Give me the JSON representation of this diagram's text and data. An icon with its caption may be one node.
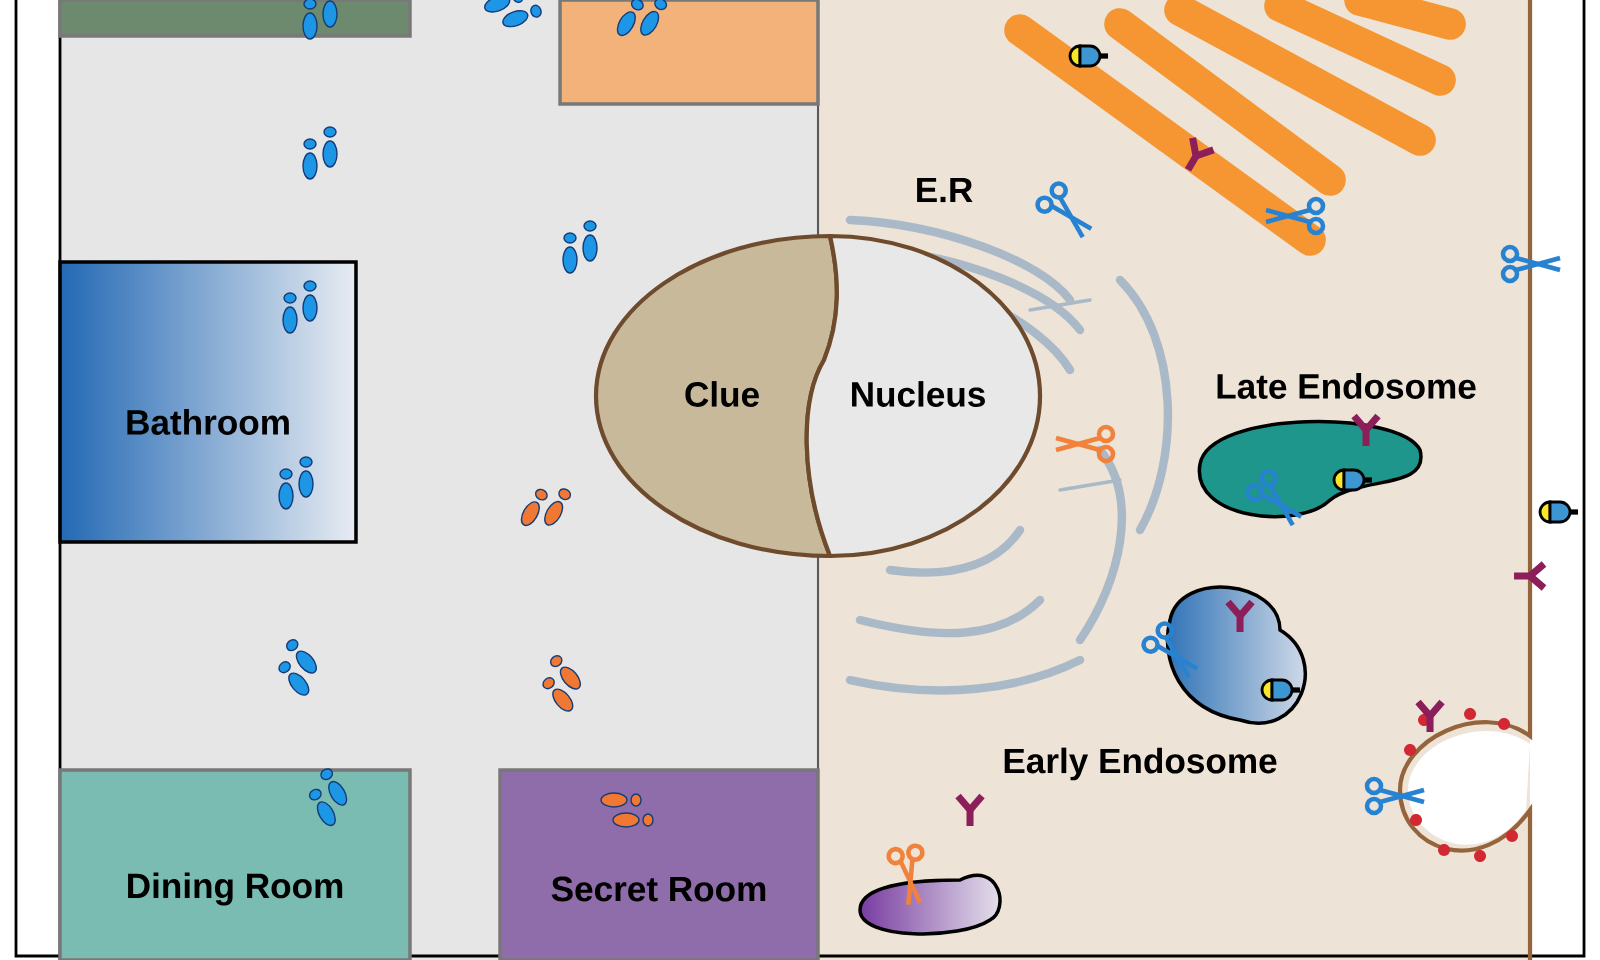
{
  "diagram": {
    "nodes": [
      {
        "text": [],
        "shape": "box"
      },
      {
        "text": [],
        "shape": "box"
      },
      {
        "text": [
          "Bathroom"
        ]
      },
      {
        "text": [
          "Clue"
        ]
      },
      {
        "text": [
          "Nucleus"
        ]
      },
      {
        "text": [
          "Dining Room"
        ]
      },
      {
        "text": [
          "Secret Room"
        ]
      }
    ],
    "labels": [
      "E.R",
      "Late Endosome",
      "Early Endosome"
    ]
  }
}
